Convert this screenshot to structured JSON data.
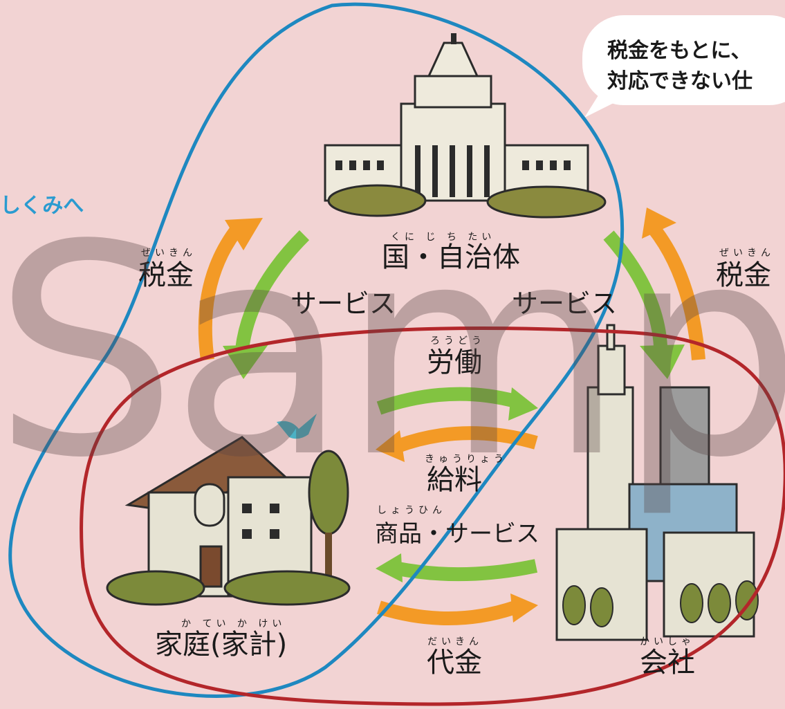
{
  "bubble": {
    "line1": "税金をもとに、",
    "line2": "対応できない仕"
  },
  "left_note": "しくみへ",
  "nodes": {
    "government": {
      "ruby": "くに じ ち たい",
      "label": "国・自治体"
    },
    "household": {
      "ruby": "か てい か けい",
      "label": "家庭(家計)"
    },
    "company": {
      "ruby": "かいしゃ",
      "label": "会社"
    }
  },
  "flows": {
    "tax_left": {
      "ruby": "ぜいきん",
      "label": "税金"
    },
    "tax_right": {
      "ruby": "ぜいきん",
      "label": "税金"
    },
    "service_left": "サービス",
    "service_right": "サービス",
    "labor": {
      "ruby": "ろうどう",
      "label": "労働"
    },
    "salary": {
      "ruby": "きゅうりょう",
      "label": "給料"
    },
    "goods": {
      "ruby": "しょうひん",
      "label": "商品・サービス"
    },
    "payment": {
      "ruby": "だいきん",
      "label": "代金"
    }
  },
  "watermark": "Sampl",
  "colors": {
    "background": "#f2d3d3",
    "blue_outline": "#1e88c0",
    "red_outline": "#b3262a",
    "green_arrow": "#82c341",
    "orange_arrow": "#f39a26"
  }
}
